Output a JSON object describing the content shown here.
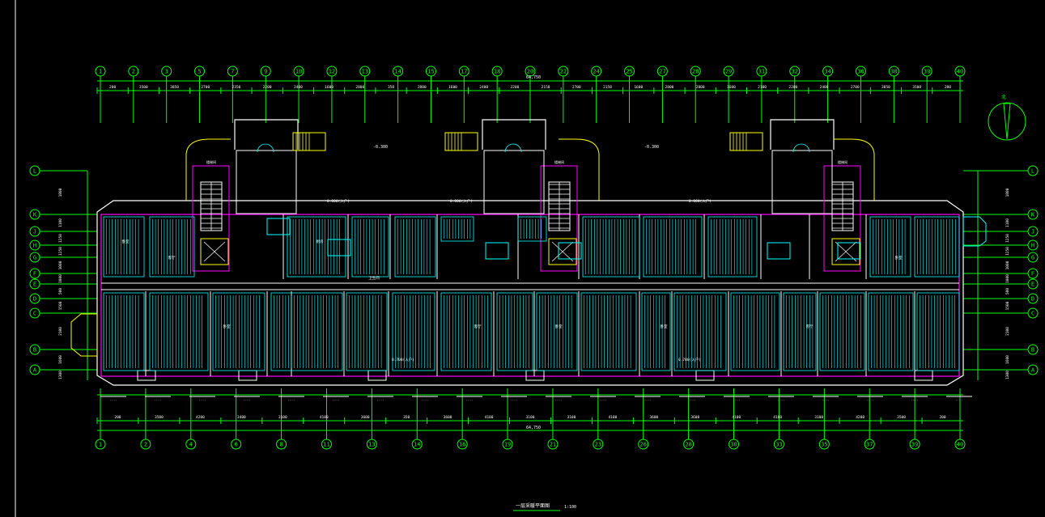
{
  "drawing": {
    "title": "一层采暖平面图",
    "scale": "1:100",
    "north_label": "北",
    "overall_dim_top": "64,750",
    "overall_dim_bottom": "64,750"
  },
  "colors": {
    "background": "#000000",
    "axis": "#00ff00",
    "wall": "#ffffff",
    "pipe": "#00ffff",
    "room_outline": "#ff00ff",
    "accent": "#ffff00",
    "frame": "#ffffff"
  },
  "axes_top": [
    "1",
    "2",
    "3",
    "5",
    "7",
    "9",
    "10",
    "12",
    "13",
    "14",
    "15",
    "17",
    "18",
    "20",
    "22",
    "24",
    "25",
    "27",
    "28",
    "29",
    "31",
    "32",
    "34",
    "36",
    "38",
    "39",
    "40"
  ],
  "axes_bottom": [
    "1",
    "2",
    "4",
    "6",
    "8",
    "11",
    "13",
    "14",
    "16",
    "19",
    "21",
    "23",
    "26",
    "28",
    "30",
    "33",
    "35",
    "37",
    "39",
    "40"
  ],
  "dims_top": [
    "200",
    "3500",
    "3850",
    "2700",
    "2350",
    "2200",
    "2400",
    "1600",
    "2800",
    "350",
    "2800",
    "1600",
    "2400",
    "2200",
    "2150",
    "2700",
    "2150",
    "1600",
    "2800",
    "2800",
    "1600",
    "2100",
    "2200",
    "2400",
    "2700",
    "3850",
    "3500",
    "200"
  ],
  "dims_bottom": [
    "200",
    "3500",
    "4200",
    "3400",
    "3100",
    "4100",
    "3600",
    "350",
    "3600",
    "4100",
    "3100",
    "3100",
    "4100",
    "3600",
    "3600",
    "4100",
    "4100",
    "3100",
    "4200",
    "3500",
    "200"
  ],
  "axes_left": [
    "L",
    "K",
    "J",
    "H",
    "G",
    "F",
    "E",
    "D",
    "C",
    "B",
    "A"
  ],
  "axes_right": [
    "L",
    "K",
    "J",
    "H",
    "G",
    "F",
    "E",
    "D",
    "C",
    "B",
    "A"
  ],
  "dims_left": [
    "1800",
    "1100",
    "1250",
    "1250",
    "1000",
    "1000",
    "500",
    "1500",
    "2100",
    "1600",
    "1300"
  ],
  "elevation_labels": [
    "-0.300",
    "-0.300"
  ],
  "porch_labels": [
    "0.800(入户)",
    "0.800(入户)",
    "0.800(入户)"
  ],
  "room_labels": [
    "卧室",
    "客厅",
    "卧室",
    "厨房",
    "卫生间",
    "客厅",
    "卧室",
    "卧室",
    "客厅",
    "卧室"
  ],
  "bottom_labels": [
    "0.700(入户)",
    "0.700(入户)"
  ],
  "unit_marks": [
    "楼梯间",
    "楼梯间",
    "楼梯间"
  ]
}
